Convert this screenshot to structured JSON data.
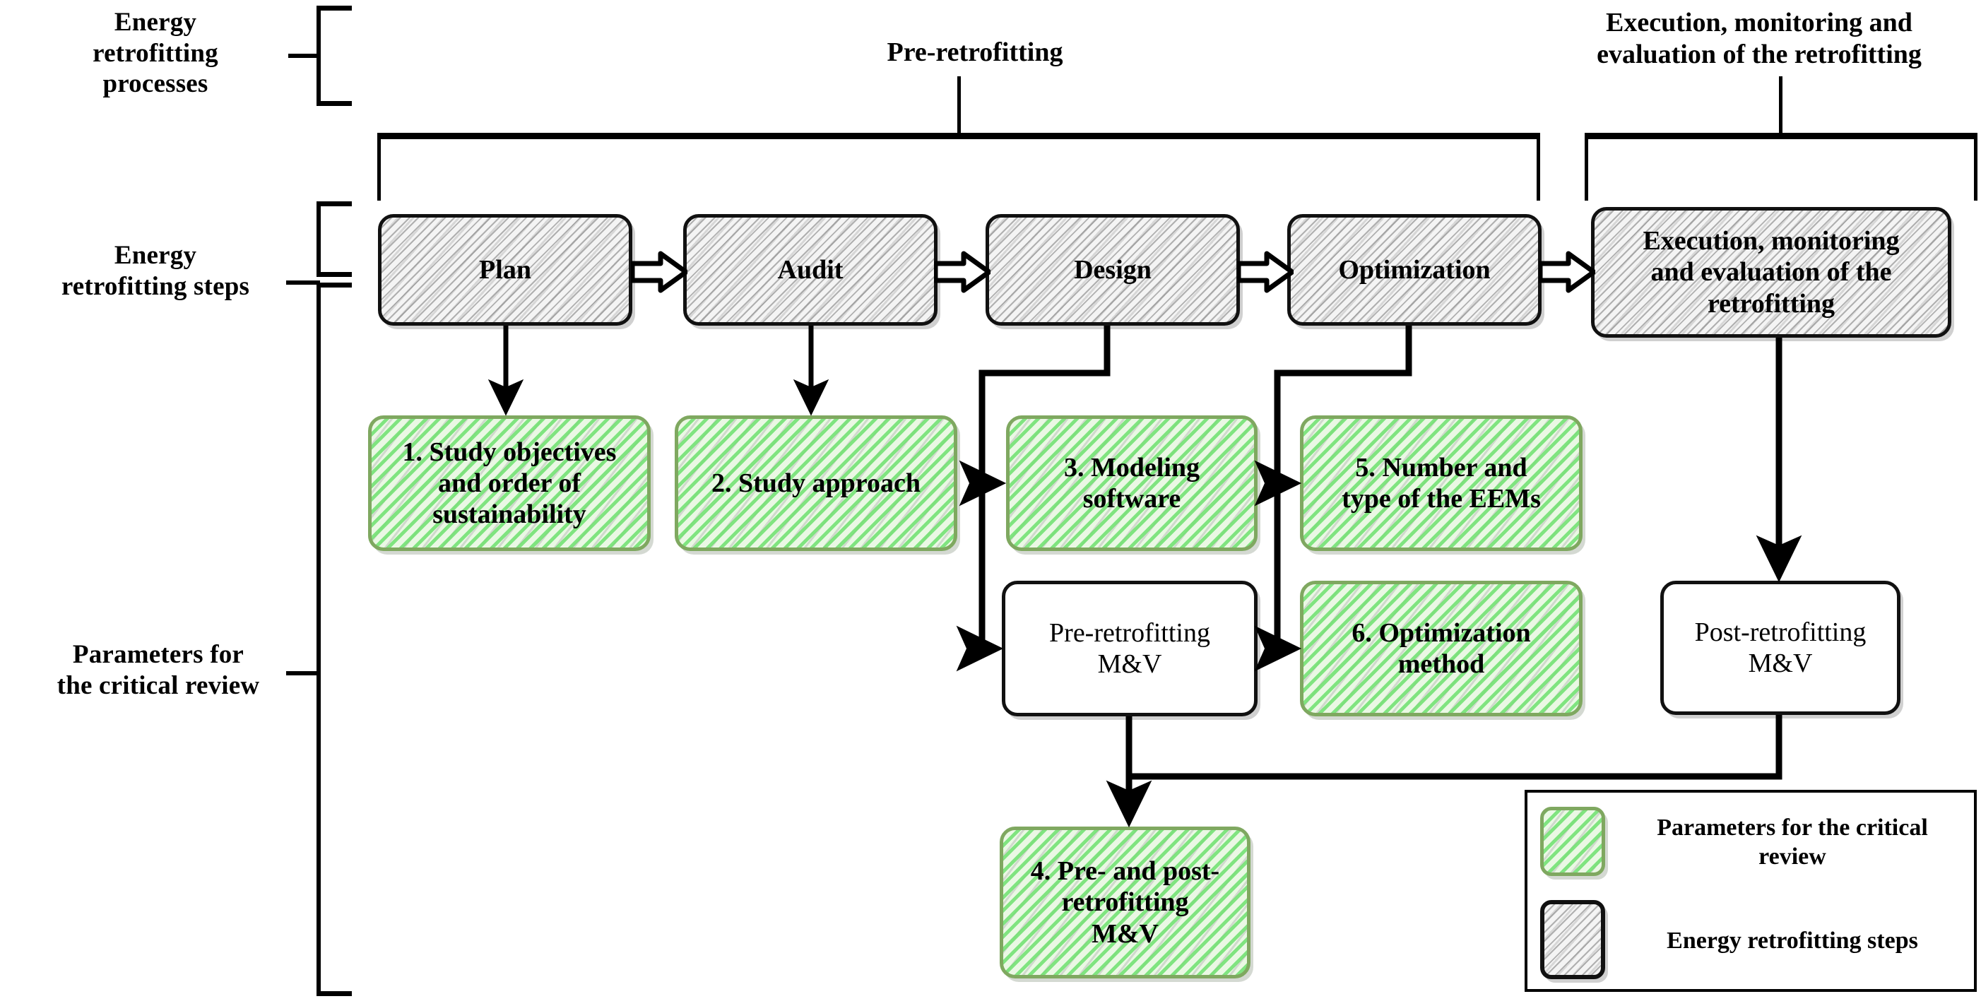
{
  "row_labels": [
    {
      "id": "energy-retrofitting-processes",
      "text": "Energy\nretrofitting\nprocesses"
    },
    {
      "id": "energy-retrofitting-steps",
      "text": "Energy\nretrofitting steps"
    },
    {
      "id": "parameters-for-the-critical-review",
      "text": "Parameters for\nthe critical review"
    }
  ],
  "phases": [
    {
      "id": "pre-retrofitting",
      "text": "Pre-retrofitting"
    },
    {
      "id": "execution-monitoring-evaluation",
      "text": "Execution, monitoring and\nevaluation of the retrofitting"
    }
  ],
  "steps": [
    {
      "id": "plan",
      "text": "Plan"
    },
    {
      "id": "audit",
      "text": "Audit"
    },
    {
      "id": "design",
      "text": "Design"
    },
    {
      "id": "optimization",
      "text": "Optimization"
    },
    {
      "id": "execution",
      "text": "Execution, monitoring\nand evaluation of the\nretrofitting"
    }
  ],
  "parameters": [
    {
      "id": "param-1",
      "text": "1. Study objectives\nand order of\nsustainability"
    },
    {
      "id": "param-2",
      "text": "2. Study approach"
    },
    {
      "id": "param-3",
      "text": "3. Modeling\nsoftware"
    },
    {
      "id": "param-5",
      "text": "5. Number and\ntype of the EEMs"
    },
    {
      "id": "param-6",
      "text": "6. Optimization\nmethod"
    },
    {
      "id": "param-4",
      "text": "4. Pre- and post-\nretrofitting\nM&V"
    }
  ],
  "mv_boxes": [
    {
      "id": "pre-retrofitting-mv",
      "text": "Pre-retrofitting\nM&V"
    },
    {
      "id": "post-retrofitting-mv",
      "text": "Post-retrofitting\nM&V"
    }
  ],
  "legend": {
    "items": [
      {
        "id": "legend-parameters",
        "swatch": "green-hatched-box",
        "text": "Parameters for the critical\nreview"
      },
      {
        "id": "legend-steps",
        "swatch": "grey-hatched-box",
        "text": "Energy retrofitting steps"
      }
    ]
  },
  "colors": {
    "green_fill": "#90ee90",
    "green_border": "#7fa860",
    "grey_fill": "#f4f4f4",
    "box_border": "#111111",
    "line": "#000000"
  }
}
